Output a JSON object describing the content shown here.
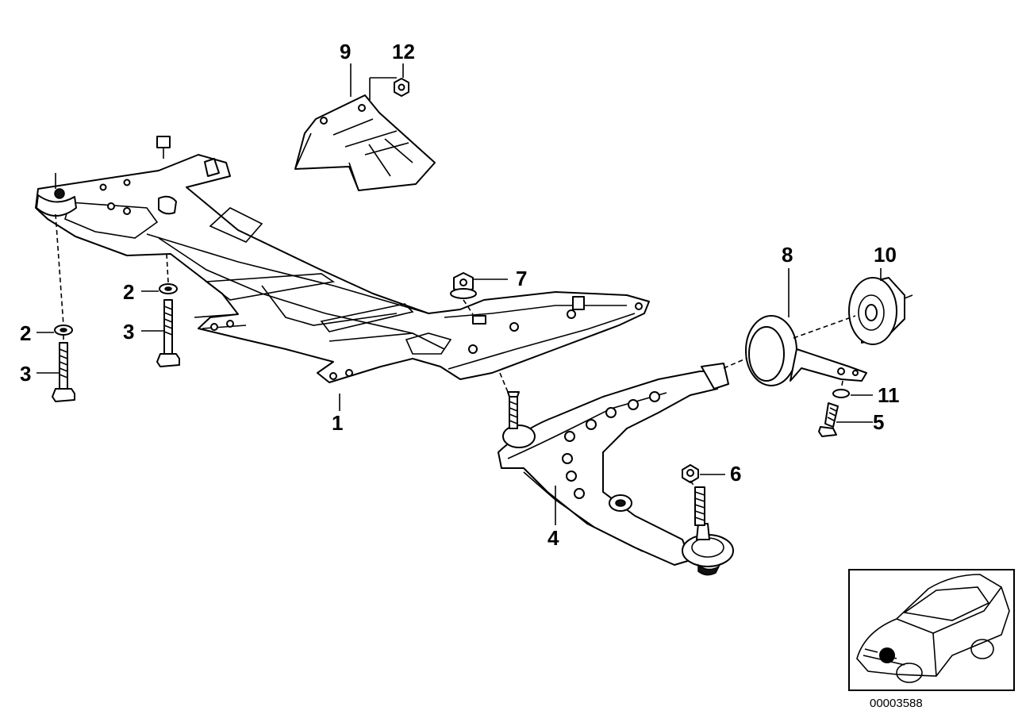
{
  "diagram": {
    "reference_number": "00003588",
    "callouts": [
      {
        "id": "c1",
        "label": "1"
      },
      {
        "id": "c2a",
        "label": "2"
      },
      {
        "id": "c2b",
        "label": "2"
      },
      {
        "id": "c3a",
        "label": "3"
      },
      {
        "id": "c3b",
        "label": "3"
      },
      {
        "id": "c4",
        "label": "4"
      },
      {
        "id": "c5",
        "label": "5"
      },
      {
        "id": "c6",
        "label": "6"
      },
      {
        "id": "c7",
        "label": "7"
      },
      {
        "id": "c8",
        "label": "8"
      },
      {
        "id": "c9",
        "label": "9"
      },
      {
        "id": "c10",
        "label": "10"
      },
      {
        "id": "c11",
        "label": "11"
      },
      {
        "id": "c12",
        "label": "12"
      }
    ]
  }
}
